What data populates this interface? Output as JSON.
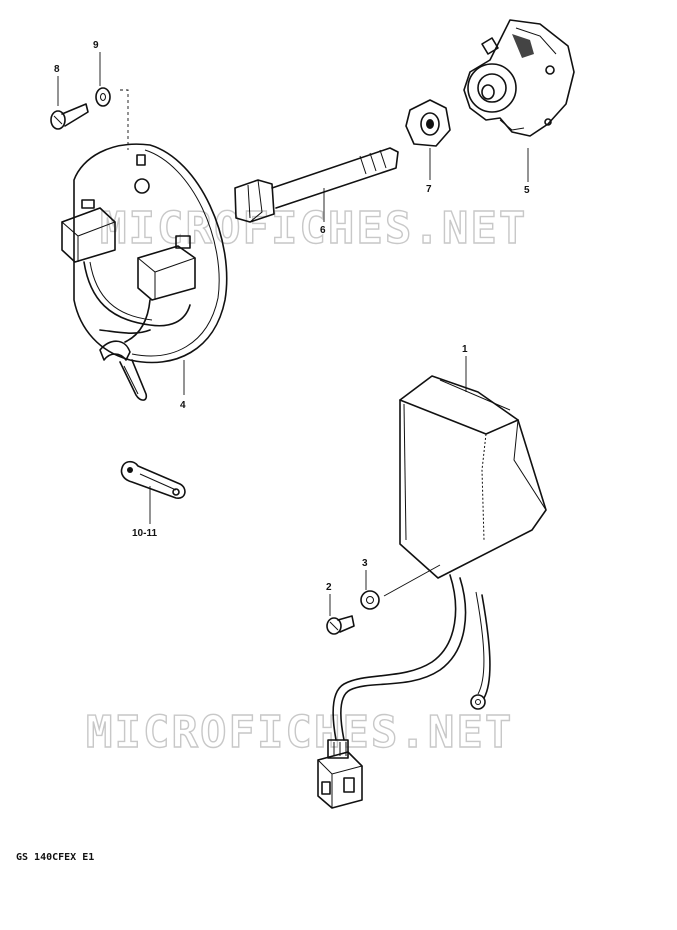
{
  "diagram": {
    "part_code": "GS 140CFEX E1",
    "watermarks": [
      "MICROFICHES.NET",
      "MICROFICHES.NET"
    ],
    "callouts": {
      "c1": "1",
      "c2": "2",
      "c3": "3",
      "c4": "4",
      "c5": "5",
      "c6": "6",
      "c7": "7",
      "c8": "8",
      "c9": "9",
      "c1011": "10-11"
    }
  }
}
